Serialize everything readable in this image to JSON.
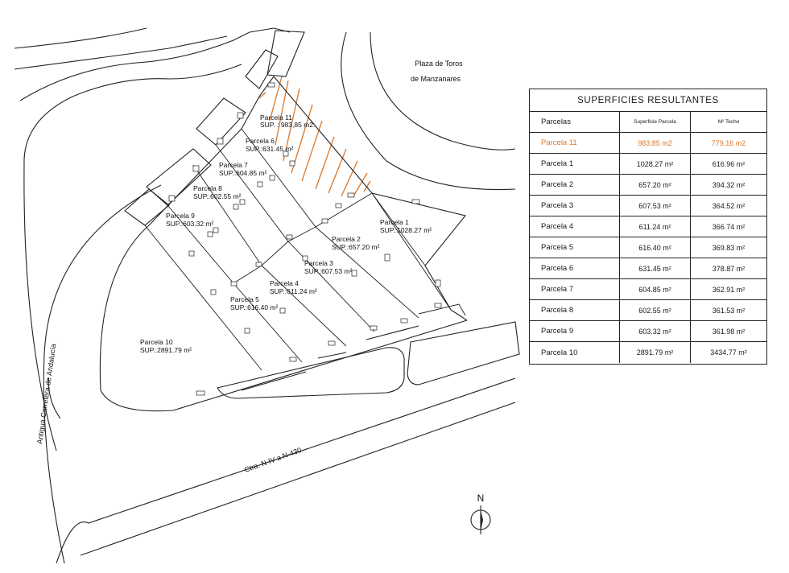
{
  "labels": {
    "plaza_line1": "Plaza de Toros",
    "plaza_line2": "de Manzanares",
    "road_andalucia": "Antigua Carretera de Andalucía",
    "road_n": "Ctra.  N-IV    a    N-430",
    "north": "N"
  },
  "parcels": [
    {
      "name": "Parcela 11",
      "sup": "SUP. : 983,85 m2."
    },
    {
      "name": "Parcela 6",
      "sup": "SUP.:631.45 m²"
    },
    {
      "name": "Parcela 7",
      "sup": "SUP.:604.85 m²"
    },
    {
      "name": "Parcela 8",
      "sup": "SUP.:602.55 m²"
    },
    {
      "name": "Parcela 9",
      "sup": "SUP.:603.32 m²"
    },
    {
      "name": "Parcela 1",
      "sup": "SUP.:1028.27 m²"
    },
    {
      "name": "Parcela 2",
      "sup": "SUP.:657.20 m²"
    },
    {
      "name": "Parcela 3",
      "sup": "SUP.:607.53 m²"
    },
    {
      "name": "Parcela 4",
      "sup": "SUP.:611.24 m²"
    },
    {
      "name": "Parcela 5",
      "sup": "SUP.:616.40 m²"
    },
    {
      "name": "Parcela 10",
      "sup": "SUP.:2891.79 m²"
    }
  ],
  "table": {
    "title": "SUPERFICIES RESULTANTES",
    "headers": [
      "Parcelas",
      "Superficie Parcela",
      "M² Techo"
    ],
    "rows": [
      {
        "name": "Parcela 11",
        "sup": "983,85 m2",
        "techo": "779,16 m2",
        "highlight": true
      },
      {
        "name": "Parcela 1",
        "sup": "1028.27 m²",
        "techo": "616.96 m²"
      },
      {
        "name": "Parcela 2",
        "sup": "657.20 m²",
        "techo": "394.32 m²"
      },
      {
        "name": "Parcela 3",
        "sup": "607.53 m²",
        "techo": "364.52 m²"
      },
      {
        "name": "Parcela 4",
        "sup": "611.24 m²",
        "techo": "366.74 m²"
      },
      {
        "name": "Parcela 5",
        "sup": "616.40 m²",
        "techo": "369.83 m²"
      },
      {
        "name": "Parcela 6",
        "sup": "631.45 m²",
        "techo": "378.87 m²"
      },
      {
        "name": "Parcela 7",
        "sup": "604.85 m²",
        "techo": "362.91 m²"
      },
      {
        "name": "Parcela 8",
        "sup": "602.55 m²",
        "techo": "361.53 m²"
      },
      {
        "name": "Parcela 9",
        "sup": "603.32 m²",
        "techo": "361.98 m²"
      },
      {
        "name": "Parcela 10",
        "sup": "2891.79 m²",
        "techo": "3434.77 m²"
      }
    ]
  },
  "colors": {
    "highlight": "#d9772b",
    "line": "#222222"
  }
}
